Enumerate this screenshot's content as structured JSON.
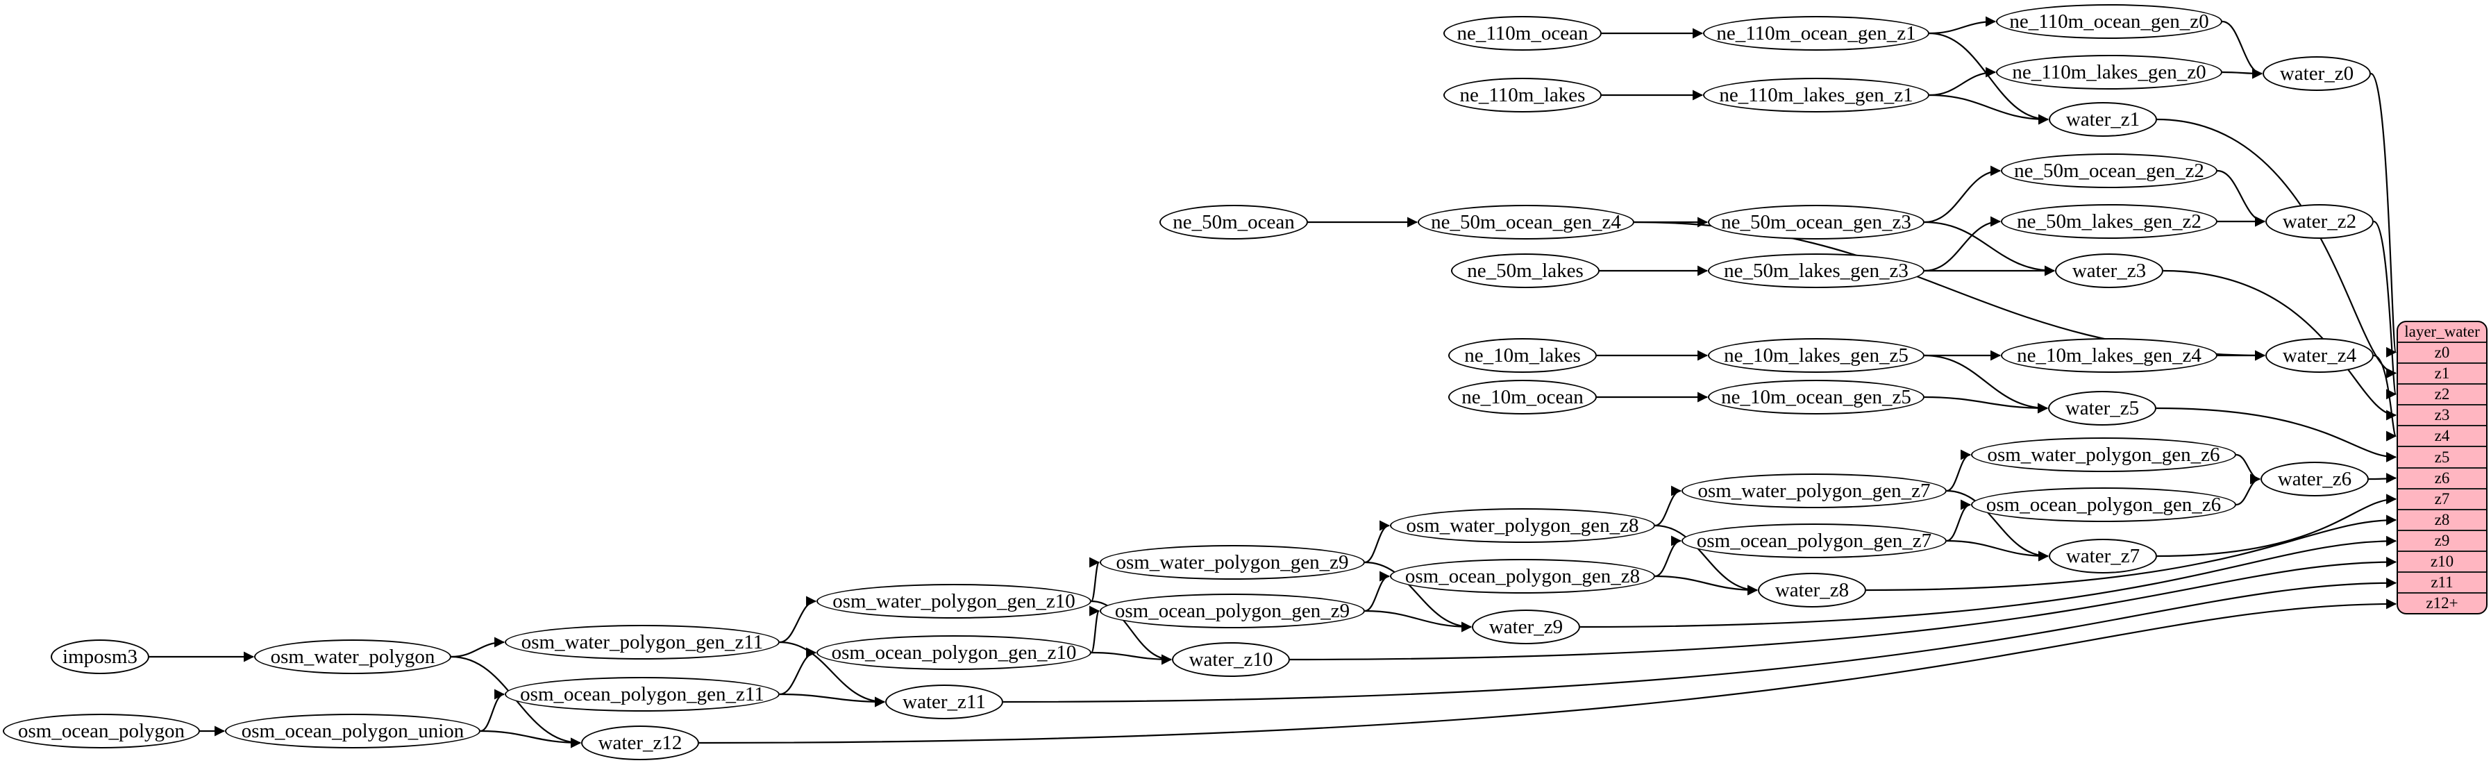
{
  "diagram": {
    "colors": {
      "background": "#ffffff",
      "node_fill": "#ffffff",
      "node_stroke": "#000000",
      "edge": "#000000",
      "table_fill": "#ffb6c1",
      "table_stroke": "#000000"
    },
    "nodes": [
      {
        "id": "imposm3",
        "label": "imposm3"
      },
      {
        "id": "osm_water_polygon",
        "label": "osm_water_polygon"
      },
      {
        "id": "osm_ocean_polygon",
        "label": "osm_ocean_polygon"
      },
      {
        "id": "osm_ocean_polygon_union",
        "label": "osm_ocean_polygon_union"
      },
      {
        "id": "osm_water_polygon_gen_z11",
        "label": "osm_water_polygon_gen_z11"
      },
      {
        "id": "osm_water_polygon_gen_z10",
        "label": "osm_water_polygon_gen_z10"
      },
      {
        "id": "osm_water_polygon_gen_z9",
        "label": "osm_water_polygon_gen_z9"
      },
      {
        "id": "osm_water_polygon_gen_z8",
        "label": "osm_water_polygon_gen_z8"
      },
      {
        "id": "osm_water_polygon_gen_z7",
        "label": "osm_water_polygon_gen_z7"
      },
      {
        "id": "osm_water_polygon_gen_z6",
        "label": "osm_water_polygon_gen_z6"
      },
      {
        "id": "osm_ocean_polygon_gen_z11",
        "label": "osm_ocean_polygon_gen_z11"
      },
      {
        "id": "osm_ocean_polygon_gen_z10",
        "label": "osm_ocean_polygon_gen_z10"
      },
      {
        "id": "osm_ocean_polygon_gen_z9",
        "label": "osm_ocean_polygon_gen_z9"
      },
      {
        "id": "osm_ocean_polygon_gen_z8",
        "label": "osm_ocean_polygon_gen_z8"
      },
      {
        "id": "osm_ocean_polygon_gen_z7",
        "label": "osm_ocean_polygon_gen_z7"
      },
      {
        "id": "osm_ocean_polygon_gen_z6",
        "label": "osm_ocean_polygon_gen_z6"
      },
      {
        "id": "water_z12",
        "label": "water_z12"
      },
      {
        "id": "water_z11",
        "label": "water_z11"
      },
      {
        "id": "water_z10",
        "label": "water_z10"
      },
      {
        "id": "water_z9",
        "label": "water_z9"
      },
      {
        "id": "water_z8",
        "label": "water_z8"
      },
      {
        "id": "water_z7",
        "label": "water_z7"
      },
      {
        "id": "water_z6",
        "label": "water_z6"
      },
      {
        "id": "ne_110m_ocean",
        "label": "ne_110m_ocean"
      },
      {
        "id": "ne_110m_ocean_gen_z1",
        "label": "ne_110m_ocean_gen_z1"
      },
      {
        "id": "ne_110m_ocean_gen_z0",
        "label": "ne_110m_ocean_gen_z0"
      },
      {
        "id": "ne_110m_lakes",
        "label": "ne_110m_lakes"
      },
      {
        "id": "ne_110m_lakes_gen_z1",
        "label": "ne_110m_lakes_gen_z1"
      },
      {
        "id": "ne_110m_lakes_gen_z0",
        "label": "ne_110m_lakes_gen_z0"
      },
      {
        "id": "water_z0",
        "label": "water_z0"
      },
      {
        "id": "water_z1",
        "label": "water_z1"
      },
      {
        "id": "ne_50m_ocean",
        "label": "ne_50m_ocean"
      },
      {
        "id": "ne_50m_ocean_gen_z4",
        "label": "ne_50m_ocean_gen_z4"
      },
      {
        "id": "ne_50m_ocean_gen_z3",
        "label": "ne_50m_ocean_gen_z3"
      },
      {
        "id": "ne_50m_ocean_gen_z2",
        "label": "ne_50m_ocean_gen_z2"
      },
      {
        "id": "ne_50m_lakes",
        "label": "ne_50m_lakes"
      },
      {
        "id": "ne_50m_lakes_gen_z3",
        "label": "ne_50m_lakes_gen_z3"
      },
      {
        "id": "ne_50m_lakes_gen_z2",
        "label": "ne_50m_lakes_gen_z2"
      },
      {
        "id": "water_z2",
        "label": "water_z2"
      },
      {
        "id": "water_z3",
        "label": "water_z3"
      },
      {
        "id": "ne_10m_lakes",
        "label": "ne_10m_lakes"
      },
      {
        "id": "ne_10m_lakes_gen_z5",
        "label": "ne_10m_lakes_gen_z5"
      },
      {
        "id": "ne_10m_lakes_gen_z4",
        "label": "ne_10m_lakes_gen_z4"
      },
      {
        "id": "water_z4",
        "label": "water_z4"
      },
      {
        "id": "ne_10m_ocean",
        "label": "ne_10m_ocean"
      },
      {
        "id": "ne_10m_ocean_gen_z5",
        "label": "ne_10m_ocean_gen_z5"
      },
      {
        "id": "water_z5",
        "label": "water_z5"
      }
    ],
    "edges": [
      {
        "from": "ne_110m_ocean",
        "to": "ne_110m_ocean_gen_z1"
      },
      {
        "from": "ne_110m_ocean_gen_z1",
        "to": "ne_110m_ocean_gen_z0"
      },
      {
        "from": "ne_110m_ocean_gen_z1",
        "to": "water_z1"
      },
      {
        "from": "ne_110m_ocean_gen_z0",
        "to": "water_z0"
      },
      {
        "from": "ne_110m_lakes",
        "to": "ne_110m_lakes_gen_z1"
      },
      {
        "from": "ne_110m_lakes_gen_z1",
        "to": "ne_110m_lakes_gen_z0"
      },
      {
        "from": "ne_110m_lakes_gen_z1",
        "to": "water_z1"
      },
      {
        "from": "ne_110m_lakes_gen_z0",
        "to": "water_z0"
      },
      {
        "from": "ne_50m_ocean",
        "to": "ne_50m_ocean_gen_z4"
      },
      {
        "from": "ne_50m_ocean_gen_z4",
        "to": "ne_50m_ocean_gen_z3"
      },
      {
        "from": "ne_50m_ocean_gen_z4",
        "to": "water_z4"
      },
      {
        "from": "ne_50m_ocean_gen_z3",
        "to": "ne_50m_ocean_gen_z2"
      },
      {
        "from": "ne_50m_ocean_gen_z3",
        "to": "water_z3"
      },
      {
        "from": "ne_50m_ocean_gen_z2",
        "to": "water_z2"
      },
      {
        "from": "ne_50m_lakes",
        "to": "ne_50m_lakes_gen_z3"
      },
      {
        "from": "ne_50m_lakes_gen_z3",
        "to": "ne_50m_lakes_gen_z2"
      },
      {
        "from": "ne_50m_lakes_gen_z3",
        "to": "water_z3"
      },
      {
        "from": "ne_50m_lakes_gen_z2",
        "to": "water_z2"
      },
      {
        "from": "ne_10m_lakes",
        "to": "ne_10m_lakes_gen_z5"
      },
      {
        "from": "ne_10m_lakes_gen_z5",
        "to": "ne_10m_lakes_gen_z4"
      },
      {
        "from": "ne_10m_lakes_gen_z5",
        "to": "water_z5"
      },
      {
        "from": "ne_10m_lakes_gen_z4",
        "to": "water_z4"
      },
      {
        "from": "ne_10m_ocean",
        "to": "ne_10m_ocean_gen_z5"
      },
      {
        "from": "ne_10m_ocean_gen_z5",
        "to": "water_z5"
      },
      {
        "from": "imposm3",
        "to": "osm_water_polygon"
      },
      {
        "from": "osm_water_polygon",
        "to": "osm_water_polygon_gen_z11"
      },
      {
        "from": "osm_water_polygon",
        "to": "water_z12"
      },
      {
        "from": "osm_ocean_polygon",
        "to": "osm_ocean_polygon_union"
      },
      {
        "from": "osm_ocean_polygon_union",
        "to": "osm_ocean_polygon_gen_z11"
      },
      {
        "from": "osm_ocean_polygon_union",
        "to": "water_z12"
      },
      {
        "from": "osm_water_polygon_gen_z11",
        "to": "osm_water_polygon_gen_z10"
      },
      {
        "from": "osm_water_polygon_gen_z11",
        "to": "water_z11"
      },
      {
        "from": "osm_ocean_polygon_gen_z11",
        "to": "osm_ocean_polygon_gen_z10"
      },
      {
        "from": "osm_ocean_polygon_gen_z11",
        "to": "water_z11"
      },
      {
        "from": "osm_water_polygon_gen_z10",
        "to": "osm_water_polygon_gen_z9"
      },
      {
        "from": "osm_water_polygon_gen_z10",
        "to": "water_z10"
      },
      {
        "from": "osm_ocean_polygon_gen_z10",
        "to": "osm_ocean_polygon_gen_z9"
      },
      {
        "from": "osm_ocean_polygon_gen_z10",
        "to": "water_z10"
      },
      {
        "from": "osm_water_polygon_gen_z9",
        "to": "osm_water_polygon_gen_z8"
      },
      {
        "from": "osm_water_polygon_gen_z9",
        "to": "water_z9"
      },
      {
        "from": "osm_ocean_polygon_gen_z9",
        "to": "osm_ocean_polygon_gen_z8"
      },
      {
        "from": "osm_ocean_polygon_gen_z9",
        "to": "water_z9"
      },
      {
        "from": "osm_water_polygon_gen_z8",
        "to": "osm_water_polygon_gen_z7"
      },
      {
        "from": "osm_water_polygon_gen_z8",
        "to": "water_z8"
      },
      {
        "from": "osm_ocean_polygon_gen_z8",
        "to": "osm_ocean_polygon_gen_z7"
      },
      {
        "from": "osm_ocean_polygon_gen_z8",
        "to": "water_z8"
      },
      {
        "from": "osm_water_polygon_gen_z7",
        "to": "osm_water_polygon_gen_z6"
      },
      {
        "from": "osm_water_polygon_gen_z7",
        "to": "water_z7"
      },
      {
        "from": "osm_ocean_polygon_gen_z7",
        "to": "osm_ocean_polygon_gen_z6"
      },
      {
        "from": "osm_ocean_polygon_gen_z7",
        "to": "water_z7"
      },
      {
        "from": "osm_water_polygon_gen_z6",
        "to": "water_z6"
      },
      {
        "from": "osm_ocean_polygon_gen_z6",
        "to": "water_z6"
      },
      {
        "from": "water_z0",
        "to": "layer_water:z0"
      },
      {
        "from": "water_z1",
        "to": "layer_water:z1"
      },
      {
        "from": "water_z2",
        "to": "layer_water:z2"
      },
      {
        "from": "water_z3",
        "to": "layer_water:z3"
      },
      {
        "from": "water_z4",
        "to": "layer_water:z4"
      },
      {
        "from": "water_z5",
        "to": "layer_water:z5"
      },
      {
        "from": "water_z6",
        "to": "layer_water:z6"
      },
      {
        "from": "water_z7",
        "to": "layer_water:z7"
      },
      {
        "from": "water_z8",
        "to": "layer_water:z8"
      },
      {
        "from": "water_z9",
        "to": "layer_water:z9"
      },
      {
        "from": "water_z10",
        "to": "layer_water:z10"
      },
      {
        "from": "water_z11",
        "to": "layer_water:z11"
      },
      {
        "from": "water_z12",
        "to": "layer_water:z12+"
      }
    ],
    "table": {
      "title": "layer_water",
      "rows": [
        "z0",
        "z1",
        "z2",
        "z3",
        "z4",
        "z5",
        "z6",
        "z7",
        "z8",
        "z9",
        "z10",
        "z11",
        "z12+"
      ]
    }
  }
}
